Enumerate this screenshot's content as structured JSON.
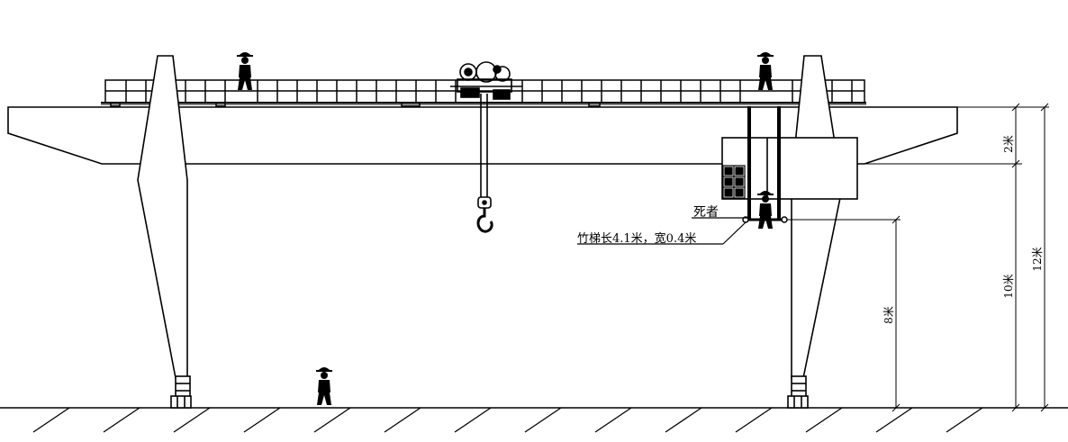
{
  "diagram": {
    "labels": {
      "victim": "死者",
      "ladder": "竹梯长4.1米，宽0.4米"
    },
    "dimensions": {
      "girder_height": "2米",
      "clearance_under_girder": "10米",
      "total_height": "12米",
      "ladder_top_height": "8米"
    },
    "colors": {
      "line": "#000000",
      "background": "#ffffff"
    }
  }
}
